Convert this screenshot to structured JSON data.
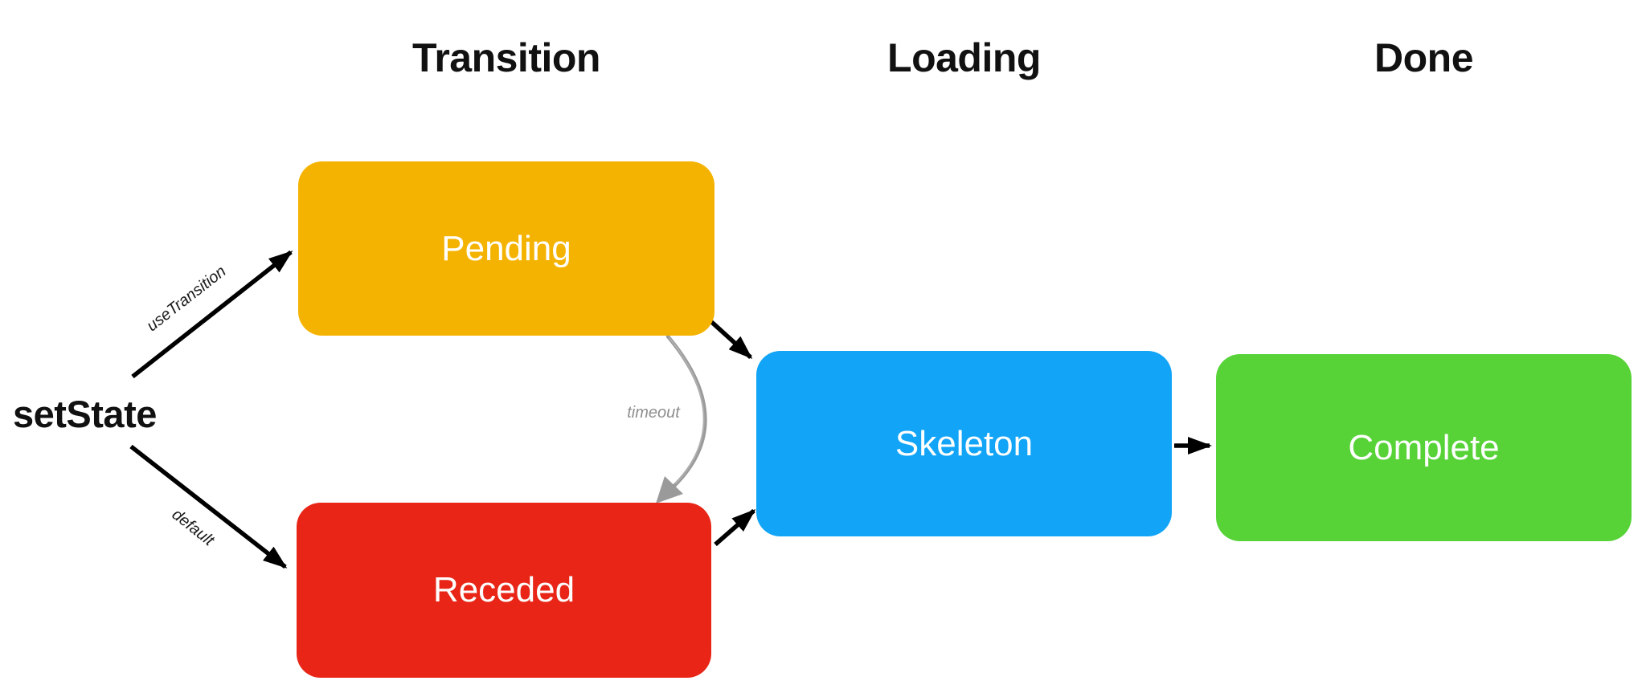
{
  "page": {
    "background": "#ffffff",
    "arrow_color": "#000000",
    "sketch_arrow_color": "#9a9a9a"
  },
  "headers": [
    {
      "label": "Transition"
    },
    {
      "label": "Loading"
    },
    {
      "label": "Done"
    }
  ],
  "source": {
    "label": "setState"
  },
  "nodes": [
    {
      "id": "pending",
      "label": "Pending",
      "color": "#f5b301",
      "text_color": "#ffffff"
    },
    {
      "id": "receded",
      "label": "Receded",
      "color": "#e82517",
      "text_color": "#ffffff"
    },
    {
      "id": "skeleton",
      "label": "Skeleton",
      "color": "#12a4f7",
      "text_color": "#ffffff"
    },
    {
      "id": "complete",
      "label": "Complete",
      "color": "#57d338",
      "text_color": "#ffffff"
    }
  ],
  "edges": [
    {
      "from": "setState",
      "to": "Pending",
      "label": "useTransition",
      "color": "#000000",
      "style": "solid"
    },
    {
      "from": "setState",
      "to": "Receded",
      "label": "default",
      "color": "#000000",
      "style": "solid"
    },
    {
      "from": "Pending",
      "to": "Skeleton",
      "label": "",
      "color": "#000000",
      "style": "solid"
    },
    {
      "from": "Receded",
      "to": "Skeleton",
      "label": "",
      "color": "#000000",
      "style": "solid"
    },
    {
      "from": "Pending",
      "to": "Receded",
      "label": "timeout",
      "color": "#9a9a9a",
      "style": "sketchy-curved"
    },
    {
      "from": "Skeleton",
      "to": "Complete",
      "label": "",
      "color": "#000000",
      "style": "solid"
    }
  ]
}
